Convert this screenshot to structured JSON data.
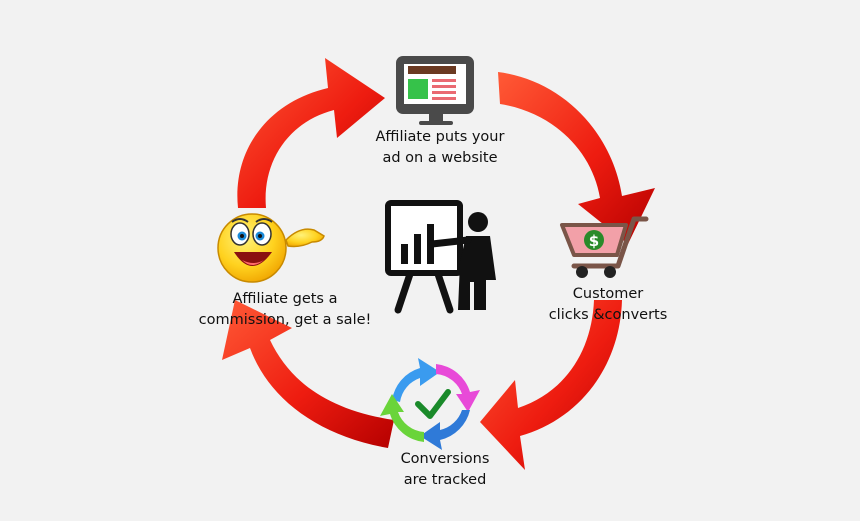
{
  "steps": {
    "ad": {
      "line1": "Affiliate puts your",
      "line2": "ad on a website"
    },
    "customer": {
      "line1": "Customer",
      "line2": "clicks &converts"
    },
    "tracked": {
      "line1": "Conversions",
      "line2": "are tracked"
    },
    "commission": {
      "line1": "Affiliate gets a",
      "line2": "commission, get a sale!"
    }
  },
  "icons": {
    "ad": "monitor-icon",
    "customer": "shopping-cart-icon",
    "tracked": "refresh-check-icon",
    "commission": "smiley-pointing-icon",
    "center": "presenter-chart-icon",
    "cart_symbol": "$"
  },
  "colors": {
    "arrow_light": "#ff4a2a",
    "arrow_dark": "#c40000",
    "monitor": "#4a4a4a",
    "cart_basket": "#f2a0a8",
    "cart_frame": "#7a5548",
    "check": "#1a8a2a",
    "smiley": "#ffd21f"
  }
}
